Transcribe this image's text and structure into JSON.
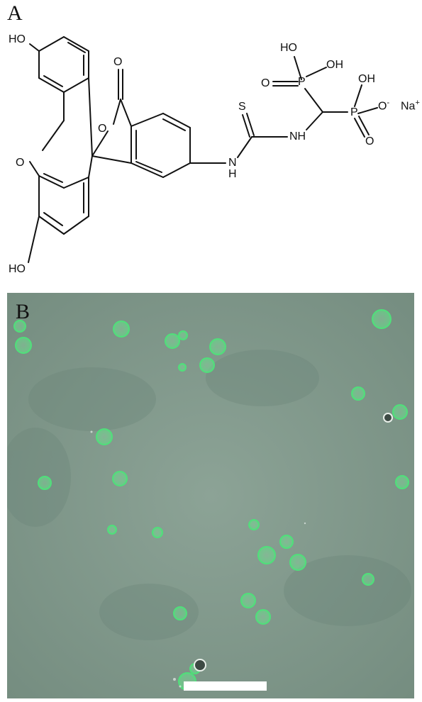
{
  "panel_a": {
    "letter": "A",
    "atoms": {
      "ho_top": "HO",
      "ho_bottom": "HO",
      "ring_o": "O",
      "lactone_o": "O",
      "carbonyl_o": "O",
      "thio_s": "S",
      "nh_left": "H",
      "nh_left_n": "N",
      "nh_right": "NH",
      "p_upper": "P",
      "p_lower": "P",
      "oh_1": "HO",
      "oh_2": "OH",
      "oh_3": "OH",
      "o_double_1": "O",
      "o_double_2": "O",
      "o_minus": "O",
      "o_minus_charge": "-",
      "sodium": "Na",
      "sodium_charge": "+"
    }
  },
  "panel_b": {
    "letter": "B",
    "background_color": "#7f9689",
    "cell_color": "#4fe07a",
    "scale_bar_color": "#ffffff"
  }
}
